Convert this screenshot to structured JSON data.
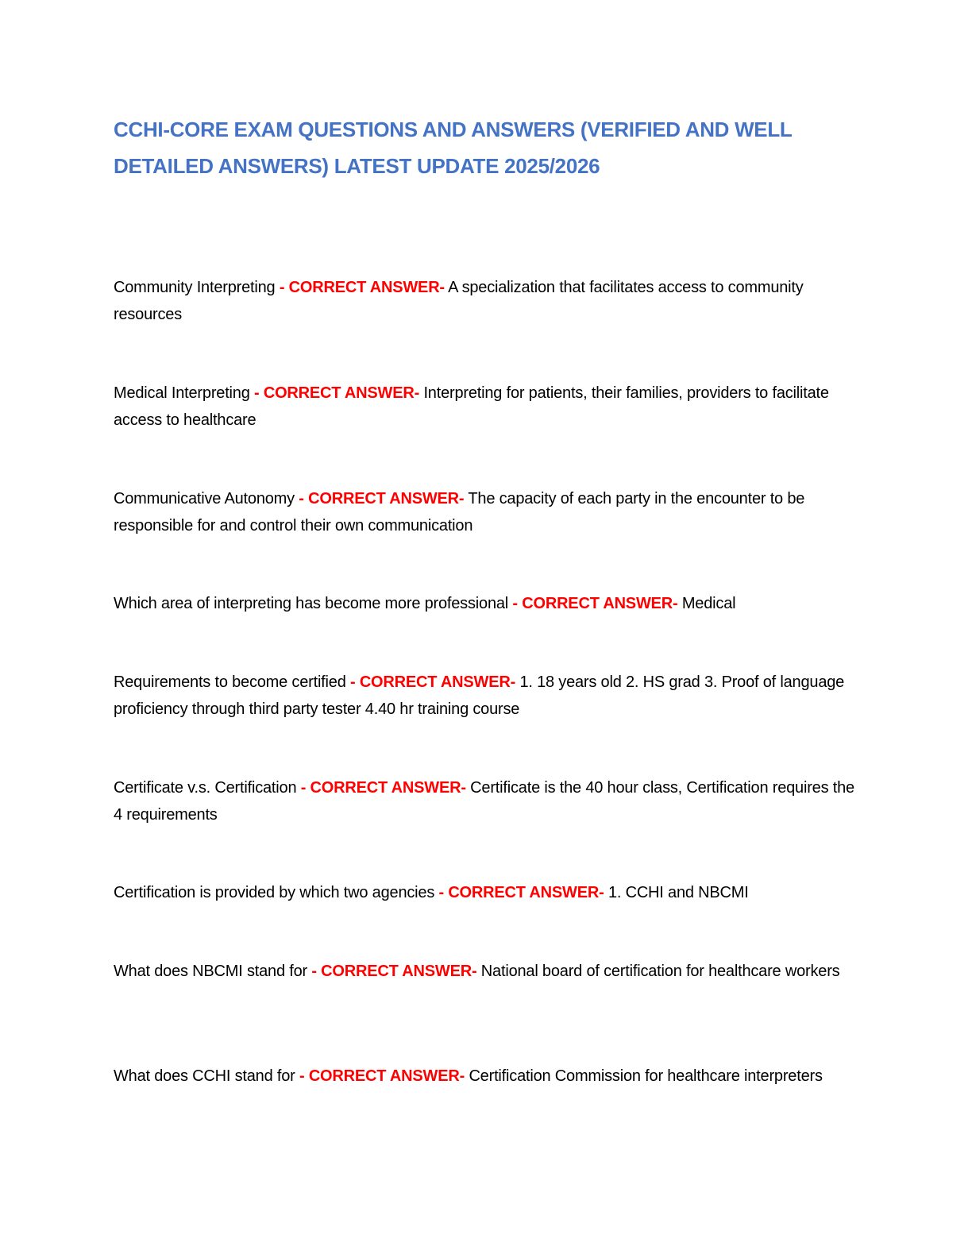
{
  "document": {
    "title": "CCHI-CORE EXAM QUESTIONS AND ANSWERS (VERIFIED AND WELL DETAILED ANSWERS) LATEST UPDATE 2025/2026",
    "answer_marker": "- CORRECT ANSWER-",
    "colors": {
      "title": "#4472c4",
      "marker": "#ff0000",
      "text": "#000000"
    },
    "items": [
      {
        "term": "Community Interpreting",
        "answer": "A specialization that facilitates access to community resources"
      },
      {
        "term": "Medical Interpreting",
        "answer": "Interpreting for patients, their families, providers to facilitate access to healthcare"
      },
      {
        "term": "Communicative Autonomy",
        "answer": "The capacity of each party in the encounter to be responsible for and control their own communication"
      },
      {
        "term": "Which area of interpreting has become more professional",
        "answer": "Medical"
      },
      {
        "term": "Requirements to become certified",
        "answer": "1. 18 years old 2. HS grad 3. Proof of language proficiency through third party tester 4.40 hr training course"
      },
      {
        "term": "Certificate v.s. Certification",
        "answer": "Certificate is the 40 hour class, Certification requires the 4 requirements"
      },
      {
        "term": "Certification is provided by which two agencies",
        "answer": "1. CCHI and NBCMI"
      },
      {
        "term": "What does NBCMI stand for",
        "answer": "National board of certification for healthcare workers"
      },
      {
        "term": "What does CCHI stand for",
        "answer": "Certification Commission for healthcare interpreters"
      }
    ]
  }
}
